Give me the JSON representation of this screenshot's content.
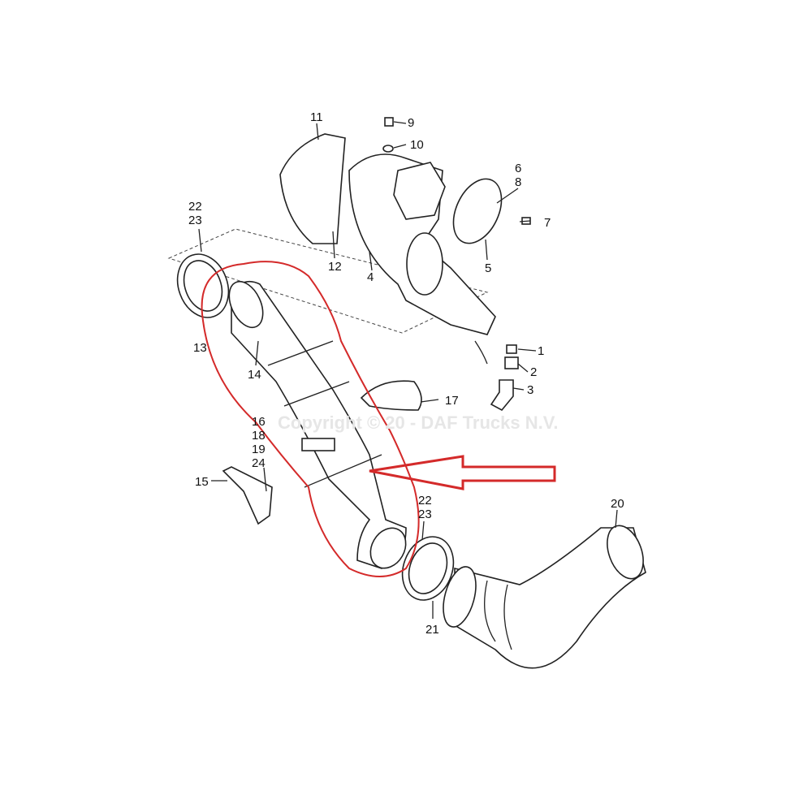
{
  "watermark": "Copyright © 20   - DAF Trucks N.V.",
  "colors": {
    "highlight": "#d42a2a",
    "line": "#222222"
  },
  "callouts": [
    {
      "id": "c11",
      "text": "11"
    },
    {
      "id": "c9",
      "text": "9"
    },
    {
      "id": "c10",
      "text": "10"
    },
    {
      "id": "c6-8",
      "text": "6\n8"
    },
    {
      "id": "c7",
      "text": "7"
    },
    {
      "id": "c5",
      "text": "5"
    },
    {
      "id": "c12",
      "text": "12"
    },
    {
      "id": "c4",
      "text": "4"
    },
    {
      "id": "c22-23-top",
      "text": "22\n23"
    },
    {
      "id": "c13",
      "text": "13"
    },
    {
      "id": "c14",
      "text": "14"
    },
    {
      "id": "c1",
      "text": "1"
    },
    {
      "id": "c2",
      "text": "2"
    },
    {
      "id": "c3",
      "text": "3"
    },
    {
      "id": "c17",
      "text": "17"
    },
    {
      "id": "c16-18-19-24",
      "text": "16\n18\n19\n24"
    },
    {
      "id": "c15",
      "text": "15"
    },
    {
      "id": "c22-23-bottom",
      "text": "22\n23"
    },
    {
      "id": "c20",
      "text": "20"
    },
    {
      "id": "c21",
      "text": "21"
    }
  ]
}
